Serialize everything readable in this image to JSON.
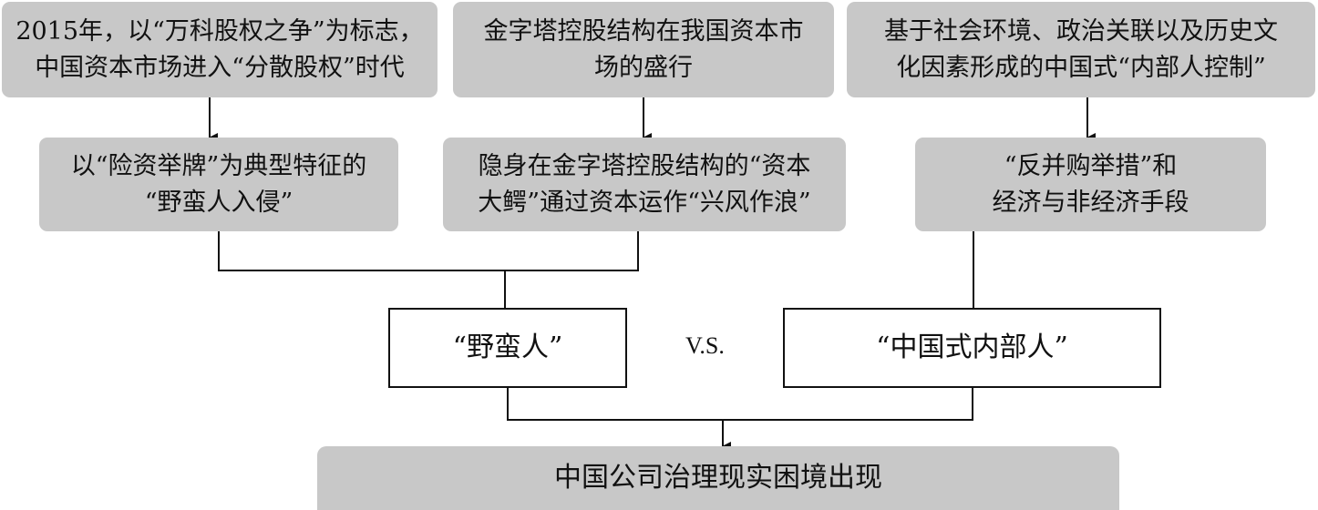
{
  "top_row": [
    {
      "line1": "2015年，以“万科股权之争”为标志，",
      "line2": "中国资本市场进入“分散股权”时代"
    },
    {
      "line1": "金字塔控股结构在我国资本市",
      "line2": "场的盛行"
    },
    {
      "line1": "基于社会环境、政治关联以及历史文",
      "line2": "化因素形成的中国式“内部人控制”"
    }
  ],
  "middle_row": [
    {
      "line1": "以“险资举牌”为典型特征的",
      "line2": "“野蛮人入侵”"
    },
    {
      "line1": "隐身在金字塔控股结构的“资本",
      "line2": "大鳄”通过资本运作“兴风作浪”"
    },
    {
      "line1": "“反并购举措”和",
      "line2": "经济与非经济手段"
    }
  ],
  "versus": {
    "left": "“野蛮人”",
    "separator": "V.S.",
    "right": "“中国式内部人”"
  },
  "result": "中国公司治理现实困境出现",
  "colors": {
    "box_fill": "#c8c8c8",
    "line": "#111111"
  }
}
